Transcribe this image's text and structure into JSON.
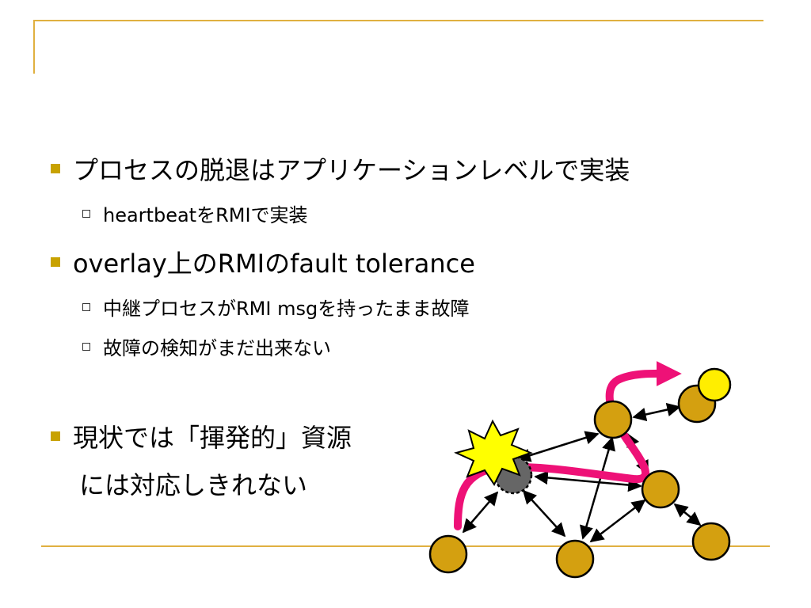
{
  "slide": {
    "bullets": [
      {
        "level": 1,
        "text": "プロセスの脱退はアプリケーションレベルで実装"
      },
      {
        "level": 2,
        "text": "heartbeatをRMIで実装"
      },
      {
        "level": 1,
        "text": "overlay上のRMIのfault tolerance"
      },
      {
        "level": 2,
        "text": "中継プロセスがRMI msgを持ったまま故障"
      },
      {
        "level": 2,
        "text": "故障の検知がまだ出来ない"
      },
      {
        "level": 1,
        "text": "現状では「揮発的」資源"
      }
    ],
    "continuation": "には対応しきれない"
  },
  "colors": {
    "accent_line": "#e0b040",
    "bullet_square": "#c8a200",
    "node_fill": "#d4a010",
    "failed_node_fill": "#666666",
    "highlight_node_fill": "#ffee00",
    "path_stroke": "#ee1177",
    "explosion_fill": "#ffff00"
  }
}
